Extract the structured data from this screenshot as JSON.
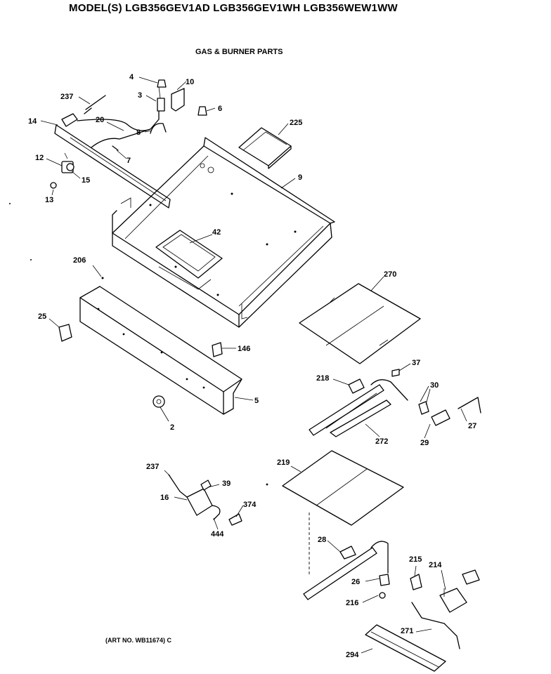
{
  "title": "MODEL(S) LGB356GEV1AD  LGB356GEV1WH  LGB356WEW1WW",
  "subtitle": "GAS & BURNER PARTS",
  "art_number": "(ART NO. WB11674) C",
  "callouts": [
    {
      "id": "c4",
      "label": "4"
    },
    {
      "id": "c10",
      "label": "10"
    },
    {
      "id": "c237a",
      "label": "237"
    },
    {
      "id": "c3",
      "label": "3"
    },
    {
      "id": "c6",
      "label": "6"
    },
    {
      "id": "c14",
      "label": "14"
    },
    {
      "id": "c20",
      "label": "20"
    },
    {
      "id": "c8",
      "label": "8"
    },
    {
      "id": "c225",
      "label": "225"
    },
    {
      "id": "c12",
      "label": "12"
    },
    {
      "id": "c7",
      "label": "7"
    },
    {
      "id": "c15",
      "label": "15"
    },
    {
      "id": "c9",
      "label": "9"
    },
    {
      "id": "c13",
      "label": "13"
    },
    {
      "id": "c42",
      "label": "42"
    },
    {
      "id": "c206",
      "label": "206"
    },
    {
      "id": "c270",
      "label": "270"
    },
    {
      "id": "c25",
      "label": "25"
    },
    {
      "id": "c146",
      "label": "146"
    },
    {
      "id": "c37",
      "label": "37"
    },
    {
      "id": "c218",
      "label": "218"
    },
    {
      "id": "c30",
      "label": "30"
    },
    {
      "id": "c5",
      "label": "5"
    },
    {
      "id": "c2",
      "label": "2"
    },
    {
      "id": "c27",
      "label": "27"
    },
    {
      "id": "c272",
      "label": "272"
    },
    {
      "id": "c29",
      "label": "29"
    },
    {
      "id": "c219",
      "label": "219"
    },
    {
      "id": "c237b",
      "label": "237"
    },
    {
      "id": "c39",
      "label": "39"
    },
    {
      "id": "c16",
      "label": "16"
    },
    {
      "id": "c374",
      "label": "374"
    },
    {
      "id": "c444",
      "label": "444"
    },
    {
      "id": "c28",
      "label": "28"
    },
    {
      "id": "c215",
      "label": "215"
    },
    {
      "id": "c214",
      "label": "214"
    },
    {
      "id": "c26",
      "label": "26"
    },
    {
      "id": "c216",
      "label": "216"
    },
    {
      "id": "c271",
      "label": "271"
    },
    {
      "id": "c294",
      "label": "294"
    }
  ]
}
